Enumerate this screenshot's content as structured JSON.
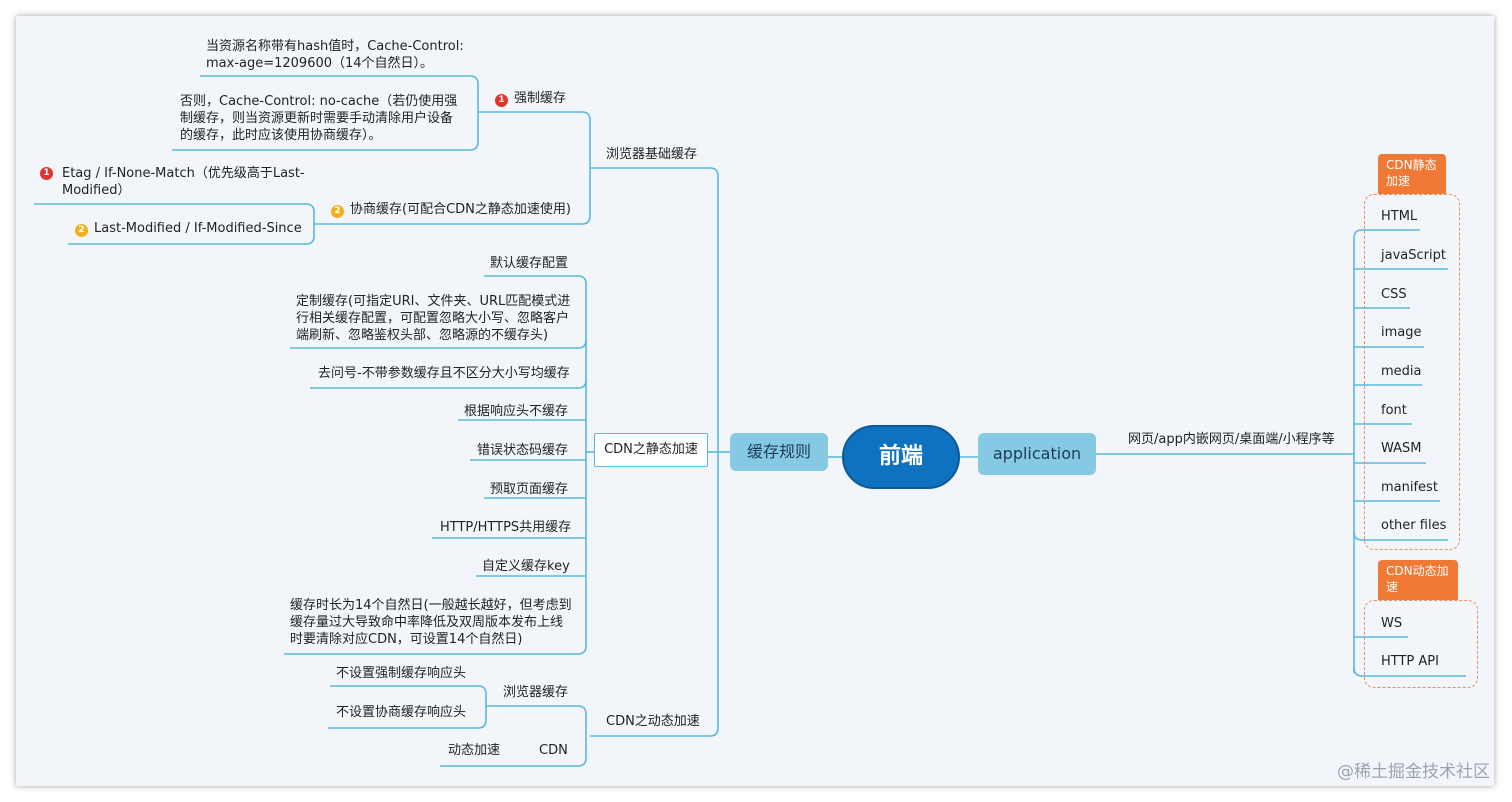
{
  "root": "前端",
  "left": {
    "main": "缓存规则",
    "browser": {
      "label": "浏览器基础缓存",
      "strong": {
        "label": "强制缓存",
        "items": [
          "当资源名称带有hash值时，Cache-Control: max-age=1209600（14个自然日）。",
          "否则，Cache-Control: no-cache（若仍使用强制缓存，则当资源更新时需要手动清除用户设备的缓存，此时应该使用协商缓存）。"
        ]
      },
      "negotiate": {
        "label": "协商缓存(可配合CDN之静态加速使用)",
        "items": [
          "Etag / If-None-Match（优先级高于Last-Modified）",
          "Last-Modified / If-Modified-Since"
        ]
      }
    },
    "cdn_static": {
      "label": "CDN之静态加速",
      "items": [
        "默认缓存配置",
        "定制缓存(可指定URI、文件夹、URL匹配模式进行相关缓存配置，可配置忽略大小写、忽略客户端刷新、忽略鉴权头部、忽略源的不缓存头)",
        "去问号-不带参数缓存且不区分大小写均缓存",
        "根据响应头不缓存",
        "错误状态码缓存",
        "预取页面缓存",
        "HTTP/HTTPS共用缓存",
        "自定义缓存key",
        "缓存时长为14个自然日(一般越长越好，但考虑到缓存量过大导致命中率降低及双周版本发布上线时要清除对应CDN，可设置14个自然日)"
      ]
    },
    "cdn_dynamic": {
      "label": "CDN之动态加速",
      "browser": {
        "label": "浏览器缓存",
        "items": [
          "不设置强制缓存响应头",
          "不设置协商缓存响应头"
        ]
      },
      "cdn": {
        "label": "CDN",
        "items": [
          "动态加速"
        ]
      }
    }
  },
  "right": {
    "main": "application",
    "sub": "网页/app内嵌网页/桌面端/小程序等",
    "static_group": {
      "label": "CDN静态加速",
      "items": [
        "HTML",
        "javaScript",
        "CSS",
        "image",
        "media",
        "font",
        "WASM",
        "manifest",
        "other files"
      ]
    },
    "dynamic_group": {
      "label": "CDN动态加速",
      "items": [
        "WS",
        "HTTP API"
      ]
    }
  },
  "badges": {
    "one": "1",
    "two": "2"
  },
  "watermark": "@稀土掘金技术社区",
  "colors": {
    "line": "#5ab8e0",
    "root": "#0f72c1",
    "pill": "#86c9e3",
    "orange": "#f07a35"
  }
}
